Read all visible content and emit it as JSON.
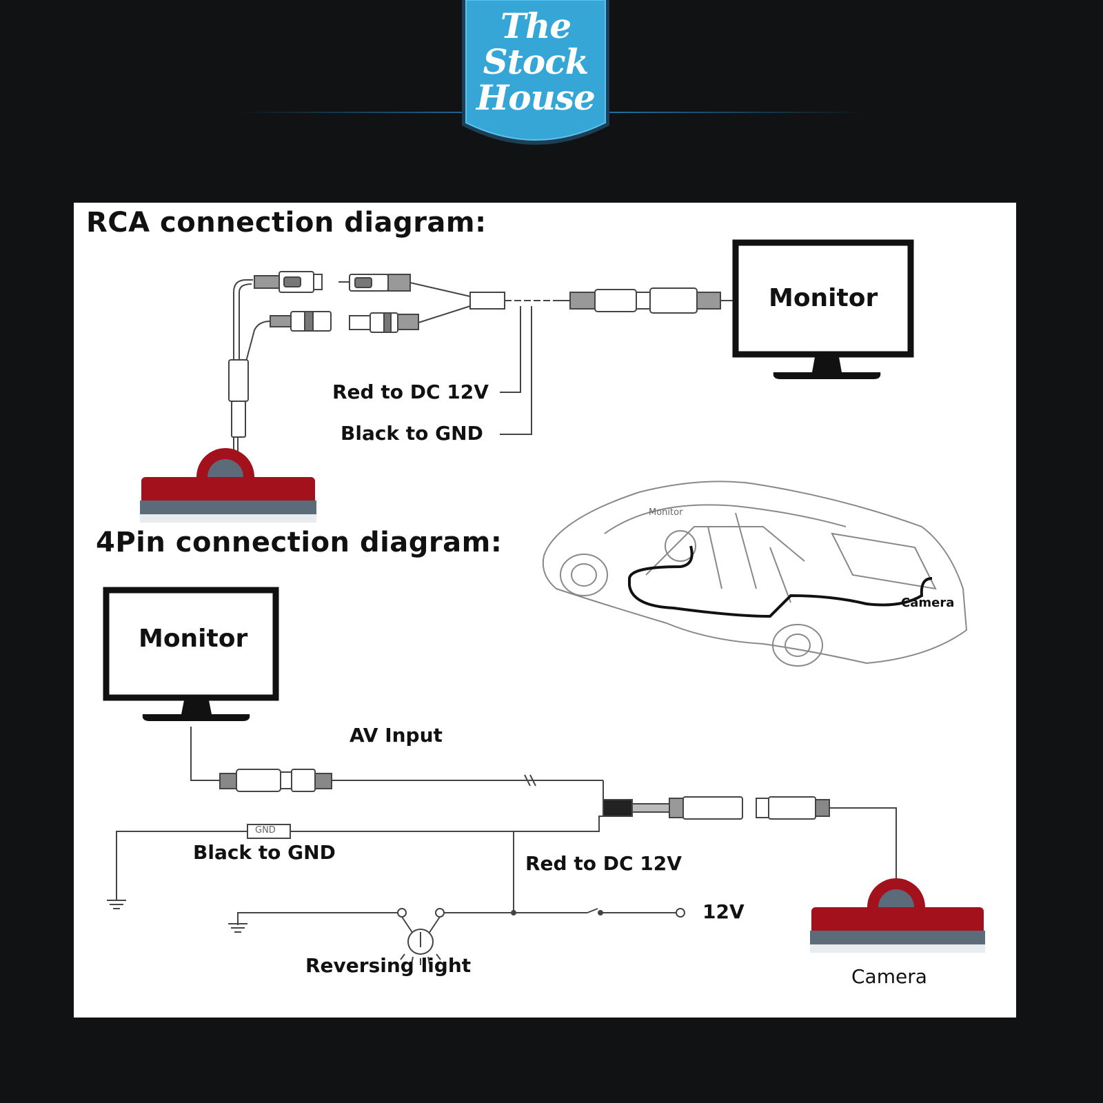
{
  "brand": {
    "line1": "The",
    "line2": "Stock",
    "line3": "House",
    "colors": {
      "badge": "#35a6d6",
      "badge_border": "#1d3f55",
      "background": "#111213"
    }
  },
  "rca_section": {
    "title": "RCA  connection diagram:",
    "monitor_label": "Monitor",
    "red_label": "Red to DC 12V",
    "black_label": "Black to GND"
  },
  "car_illustration": {
    "monitor_label": "Monitor",
    "camera_label": "Camera"
  },
  "pin4_section": {
    "title": "4Pin connection diagram:",
    "monitor_label": "Monitor",
    "av_input_label": "AV Input",
    "gnd_tag": "GND",
    "black_label": "Black to GND",
    "red_label": "Red to DC 12V",
    "supply_label": "12V",
    "reversing_light_label": "Reversing light",
    "camera_label": "Camera"
  },
  "colors": {
    "camera_red": "#a3111c",
    "camera_base": "#5b6b7a",
    "wire": "#333333"
  }
}
